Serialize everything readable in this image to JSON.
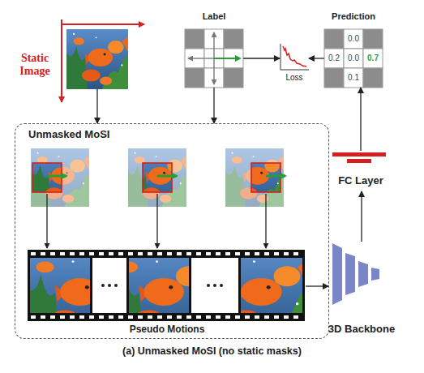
{
  "diagram": {
    "caption": "(a) Unmasked MoSI (no static masks)",
    "nodes": [
      {
        "text": [
          "Static Image"
        ]
      },
      {
        "text": [
          "Unmasked MoSI"
        ]
      },
      {
        "text": [
          "Pseudo Motions"
        ],
        "in": 1
      },
      {
        "text": [
          "3D Backbone"
        ]
      },
      {
        "text": [
          "FC Layer"
        ]
      },
      {
        "text": [
          "Label"
        ]
      },
      {
        "text": [
          "Loss"
        ]
      },
      {
        "text": [
          "Prediction",
          "0.0",
          "0.2",
          "0.0",
          "0.7",
          "0.1"
        ]
      }
    ],
    "edges": [
      {
        "from": 0,
        "to": 1,
        "arrow": "to"
      },
      {
        "from": 5,
        "to": 1,
        "arrow": "to"
      },
      {
        "from": 2,
        "to": 3,
        "arrow": "to"
      },
      {
        "from": 3,
        "to": 4,
        "arrow": "to"
      },
      {
        "from": 4,
        "to": 7,
        "arrow": "to"
      },
      {
        "from": 5,
        "to": 6,
        "arrow": "to"
      },
      {
        "from": 7,
        "to": 6,
        "arrow": "to"
      }
    ]
  }
}
